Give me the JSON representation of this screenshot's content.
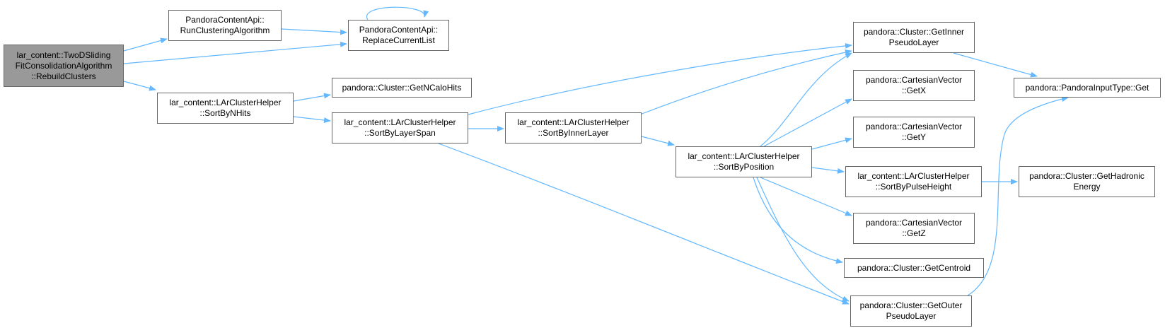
{
  "colors": {
    "edge": "#63b8ff",
    "node_border": "#666666",
    "root_fill": "#999999",
    "node_fill": "#ffffff"
  },
  "nodes": {
    "rebuild": {
      "lines": [
        "lar_content::TwoDSliding",
        "FitConsolidationAlgorithm",
        "::RebuildClusters"
      ]
    },
    "runClustering": {
      "lines": [
        "PandoraContentApi::",
        "RunClusteringAlgorithm"
      ]
    },
    "replaceCurrent": {
      "lines": [
        "PandoraContentApi::",
        "ReplaceCurrentList"
      ]
    },
    "sortByNHits": {
      "lines": [
        "lar_content::LArClusterHelper",
        "::SortByNHits"
      ]
    },
    "getNCaloHits": {
      "lines": [
        "pandora::Cluster::GetNCaloHits"
      ]
    },
    "sortByLayerSpan": {
      "lines": [
        "lar_content::LArClusterHelper",
        "::SortByLayerSpan"
      ]
    },
    "sortByInnerLayer": {
      "lines": [
        "lar_content::LArClusterHelper",
        "::SortByInnerLayer"
      ]
    },
    "sortByPosition": {
      "lines": [
        "lar_content::LArClusterHelper",
        "::SortByPosition"
      ]
    },
    "getInnerPseudoLayer": {
      "lines": [
        "pandora::Cluster::GetInner",
        "PseudoLayer"
      ]
    },
    "getX": {
      "lines": [
        "pandora::CartesianVector",
        "::GetX"
      ]
    },
    "getY": {
      "lines": [
        "pandora::CartesianVector",
        "::GetY"
      ]
    },
    "sortByPulseHeight": {
      "lines": [
        "lar_content::LArClusterHelper",
        "::SortByPulseHeight"
      ]
    },
    "getZ": {
      "lines": [
        "pandora::CartesianVector",
        "::GetZ"
      ]
    },
    "getCentroid": {
      "lines": [
        "pandora::Cluster::GetCentroid"
      ]
    },
    "getOuterPseudoLayer": {
      "lines": [
        "pandora::Cluster::GetOuter",
        "PseudoLayer"
      ]
    },
    "pandoraInputTypeGet": {
      "lines": [
        "pandora::PandoraInputType::Get"
      ]
    },
    "getHadronicEnergy": {
      "lines": [
        "pandora::Cluster::GetHadronic",
        "Energy"
      ]
    }
  }
}
